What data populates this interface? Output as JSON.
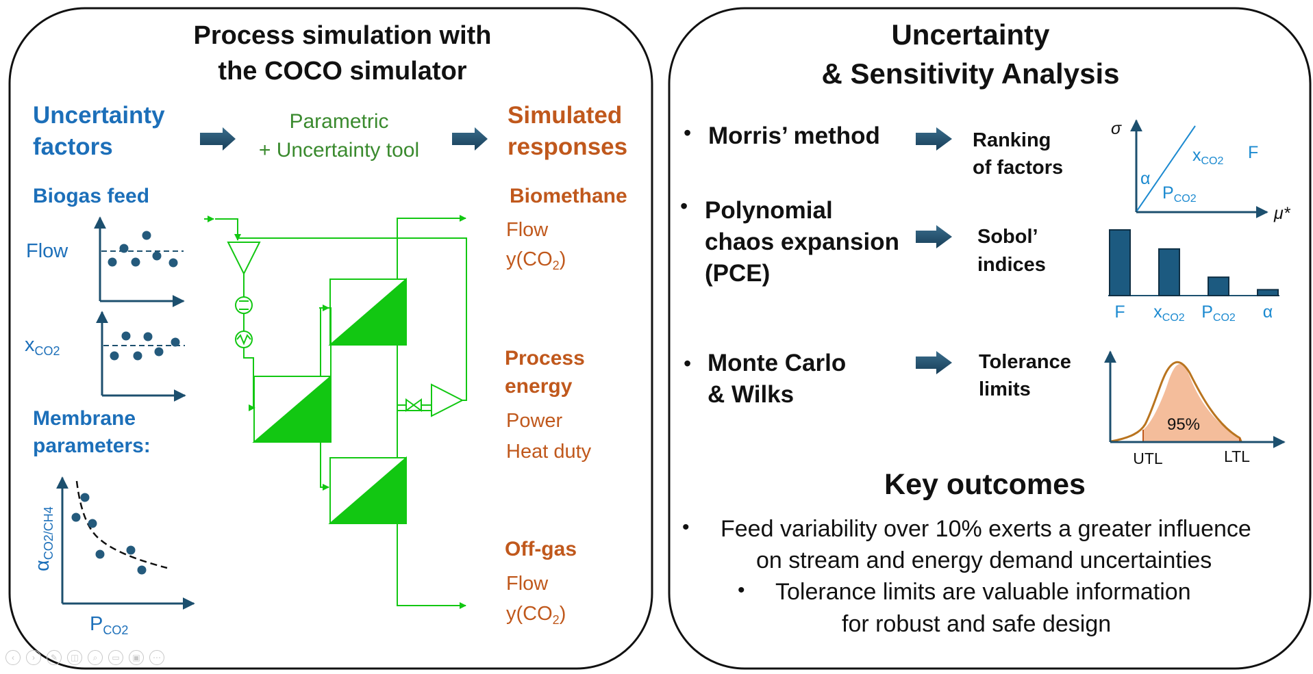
{
  "left_panel": {
    "title_line1": "Process simulation with",
    "title_line2": "the COCO simulator",
    "uncertainty_factors_line1": "Uncertainty",
    "uncertainty_factors_line2": "factors",
    "tool_line1": "Parametric",
    "tool_line2": "+ Uncertainty tool",
    "simulated_line1": "Simulated",
    "simulated_line2": "responses",
    "biogas_feed": "Biogas feed",
    "flow_label": "Flow",
    "xco2_main": "x",
    "xco2_sub": "CO2",
    "membrane_line1": "Membrane",
    "membrane_line2": "parameters:",
    "alpha_main": "α",
    "alpha_sub": "CO2/CH4",
    "pco2_main": "P",
    "pco2_sub": "CO2",
    "biomethane": "Biomethane",
    "bm_flow": "Flow",
    "bm_y_prefix": "y(CO",
    "bm_y_sub": "2",
    "bm_y_suffix": ")",
    "process_line1": "Process",
    "process_line2": "energy",
    "power": "Power",
    "heat_duty": "Heat duty",
    "offgas": "Off-gas",
    "og_flow": "Flow",
    "og_y_prefix": "y(CO",
    "og_y_sub": "2",
    "og_y_suffix": ")"
  },
  "right_panel": {
    "title_line1": "Uncertainty",
    "title_line2": "& Sensitivity Analysis",
    "bullet": "•",
    "morris": "Morris’ method",
    "ranking_line1": "Ranking",
    "ranking_line2": "of factors",
    "pce_line1": "Polynomial",
    "pce_line2": "chaos expansion",
    "pce_line3": "(PCE)",
    "sobol_line1": "Sobol’",
    "sobol_line2": "indices",
    "mc_line1": "Monte Carlo",
    "mc_line2": "& Wilks",
    "tol_line1": "Tolerance",
    "tol_line2": "limits",
    "morris_plot": {
      "y_axis": "σ",
      "x_axis": "μ*",
      "xco2_main": "x",
      "xco2_sub": "CO2",
      "f_label": "F",
      "alpha_label": "α",
      "pco2_main": "P",
      "pco2_sub": "CO2"
    },
    "sobol_chart": {
      "type": "bar",
      "values": [
        1.0,
        0.71,
        0.28,
        0.09
      ],
      "labels": [
        {
          "main": "F",
          "sub": ""
        },
        {
          "main": "x",
          "sub": "CO2"
        },
        {
          "main": "P",
          "sub": "CO2"
        },
        {
          "main": "α",
          "sub": ""
        }
      ]
    },
    "dist_plot": {
      "center_label": "95%",
      "lower_label": "UTL",
      "upper_label": "LTL"
    },
    "key_outcomes_title": "Key outcomes",
    "outcome1_line1": "Feed variability over 10% exerts a greater influence",
    "outcome1_line2": "on stream and energy demand uncertainties",
    "outcome2_line1": "Tolerance limits are valuable information",
    "outcome2_line2": "for robust and safe design"
  },
  "colors": {
    "blue": "#1c6fb9",
    "orange": "#c0581c",
    "green_text": "#3a8a2e",
    "green_flow": "#12c712",
    "navy": "#1c4f6e",
    "marker": "#245a7c",
    "peach": "#f4bd9b",
    "curve": "#b9741f"
  },
  "toolbar_icons": [
    "nav-back-icon",
    "nav-forward-icon",
    "pen-icon",
    "pointer-icon",
    "zoom-icon",
    "subtitles-icon",
    "camera-icon",
    "more-icon"
  ]
}
